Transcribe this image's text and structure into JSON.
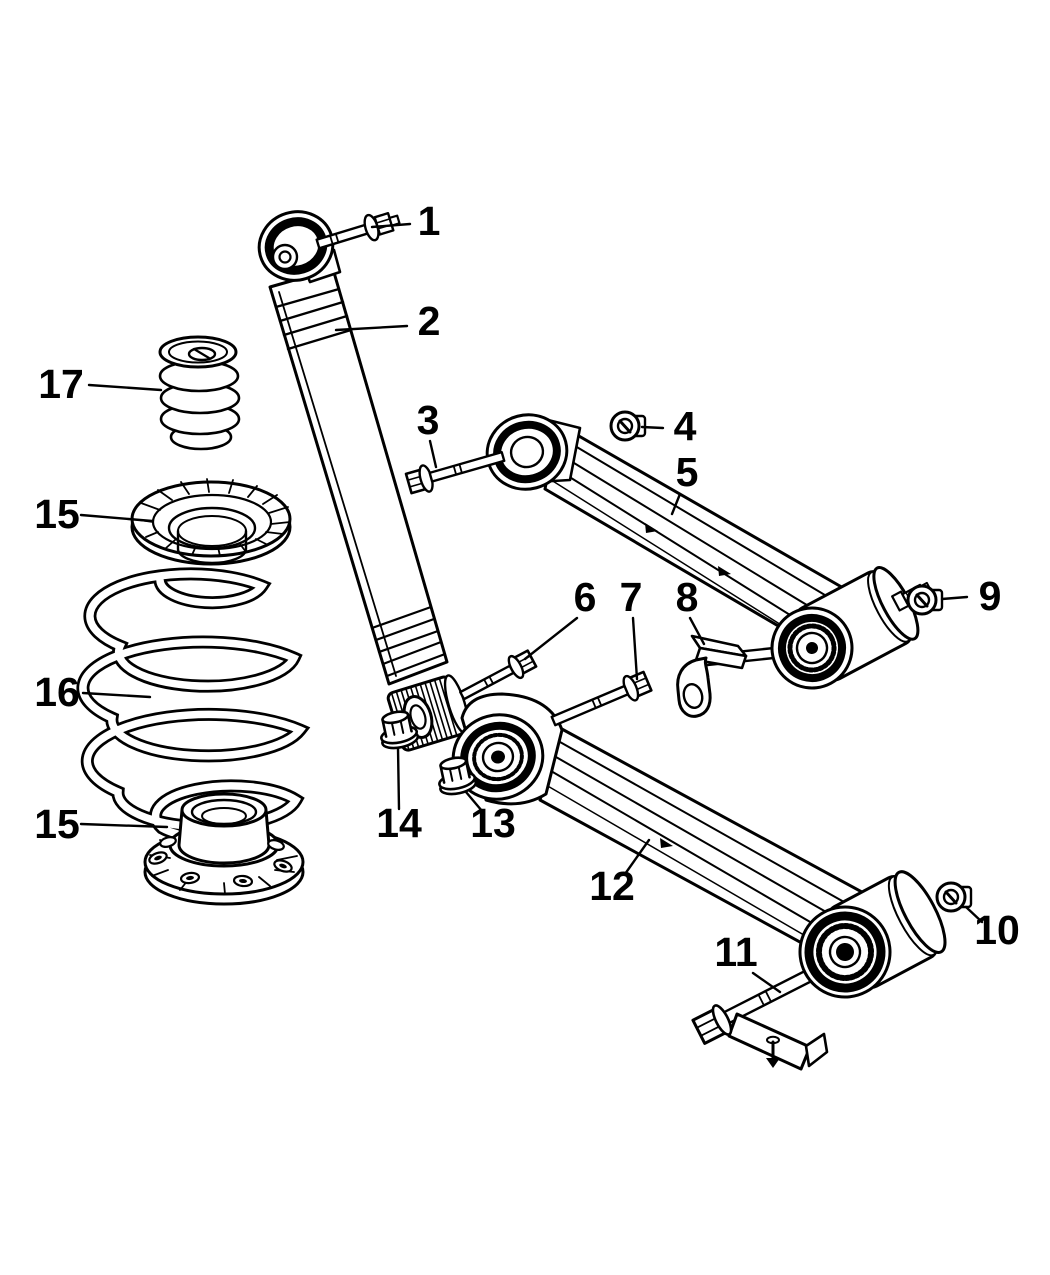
{
  "figure": {
    "background_color": "#ffffff",
    "line_color": "#000000",
    "callouts": {
      "c1": {
        "label": "1"
      },
      "c2": {
        "label": "2"
      },
      "c3": {
        "label": "3"
      },
      "c4": {
        "label": "4"
      },
      "c5": {
        "label": "5"
      },
      "c6": {
        "label": "6"
      },
      "c7": {
        "label": "7"
      },
      "c8": {
        "label": "8"
      },
      "c9": {
        "label": "9"
      },
      "c10": {
        "label": "10"
      },
      "c11": {
        "label": "11"
      },
      "c12": {
        "label": "12"
      },
      "c13": {
        "label": "13"
      },
      "c14": {
        "label": "14"
      },
      "c15": {
        "label": "15"
      },
      "c16": {
        "label": "16"
      },
      "c17": {
        "label": "17"
      }
    }
  }
}
